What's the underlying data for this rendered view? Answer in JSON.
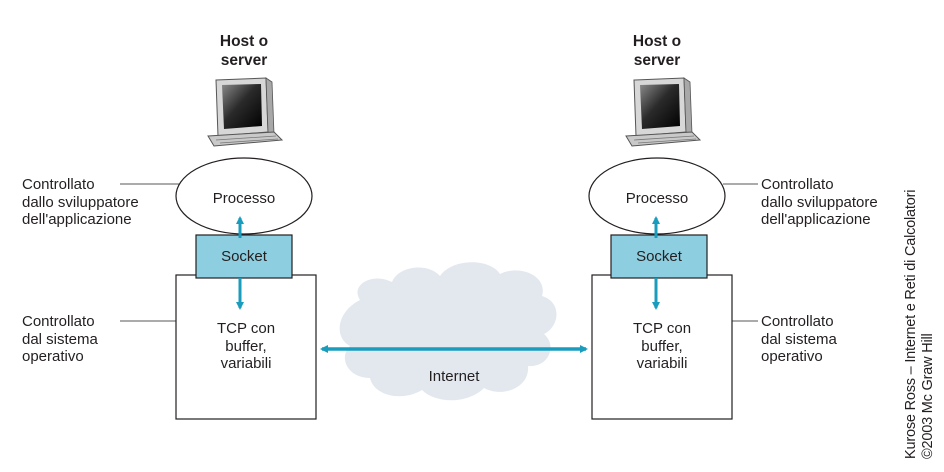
{
  "hosts": [
    {
      "title": [
        "Host o",
        "server"
      ],
      "process": "Processo",
      "socket": "Socket",
      "tcp": [
        "TCP con",
        "buffer,",
        "variabili"
      ]
    },
    {
      "title": [
        "Host o",
        "server"
      ],
      "process": "Processo",
      "socket": "Socket",
      "tcp": [
        "TCP con",
        "buffer,",
        "variabili"
      ]
    }
  ],
  "annotations": {
    "app_controlled": [
      "Controllato",
      "dallo sviluppatore",
      "dell'applicazione"
    ],
    "os_controlled": [
      "Controllato",
      "dal sistema",
      "operativo"
    ]
  },
  "network": {
    "label": "Internet"
  },
  "credit": [
    "Kurose Ross – Internet e Reti di Calcolatori",
    "©2003  Mc Graw Hill"
  ],
  "colors": {
    "socket_fill": "#8dcfe0",
    "arrow": "#1a9dbd",
    "cloud": "#e3e8ef",
    "line": "#231f20"
  }
}
